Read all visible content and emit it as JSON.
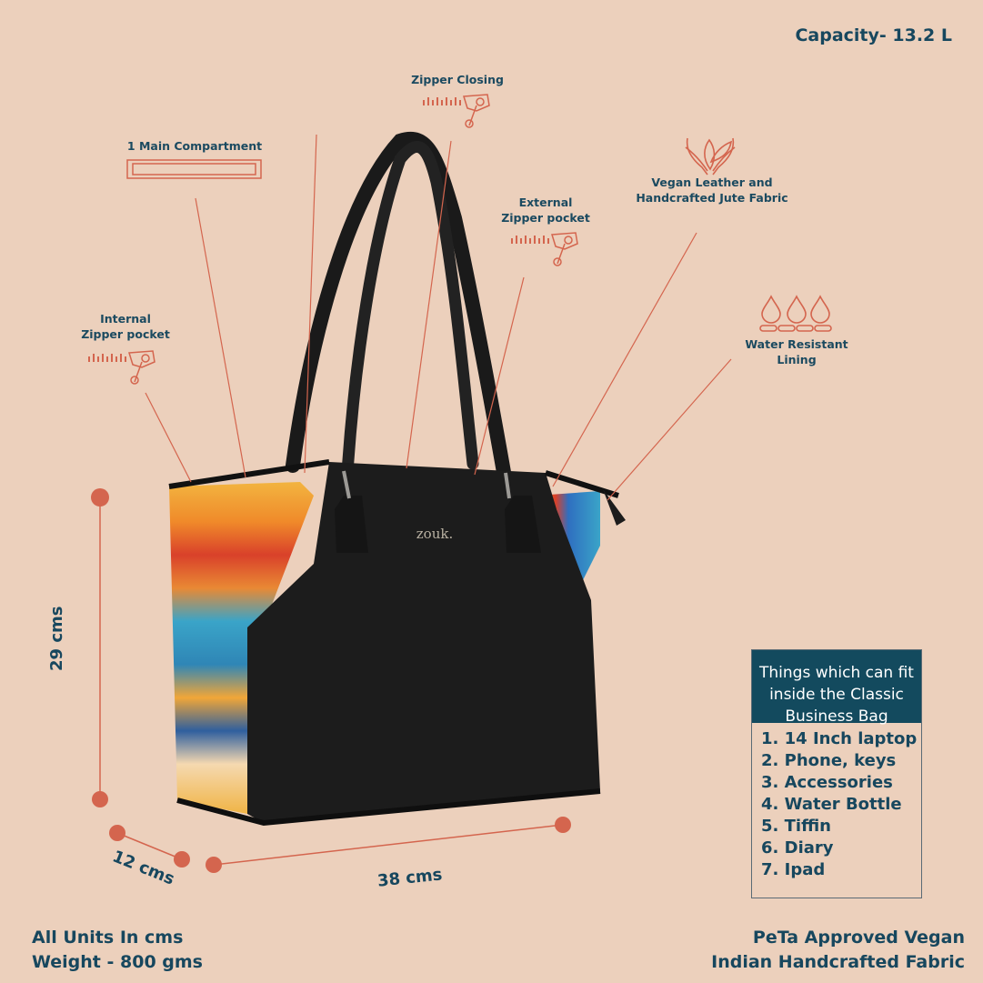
{
  "header": {
    "capacity": "Capacity- 13.2 L"
  },
  "features": [
    {
      "id": "zipper-closing",
      "label": "Zipper Closing",
      "icon": "zipper-icon"
    },
    {
      "id": "main-compartment",
      "label": "1 Main Compartment",
      "icon": "compartment-icon"
    },
    {
      "id": "vegan-leather",
      "label_line1": "Vegan Leather and",
      "label_line2": "Handcrafted Jute Fabric",
      "icon": "hands-leaf-icon"
    },
    {
      "id": "external-zipper",
      "label_line1": "External",
      "label_line2": "Zipper pocket",
      "icon": "zipper-icon"
    },
    {
      "id": "internal-zipper",
      "label_line1": "Internal",
      "label_line2": "Zipper pocket",
      "icon": "zipper-icon"
    },
    {
      "id": "water-resistant",
      "label": "Water Resistant Lining",
      "icon": "water-drops-icon"
    }
  ],
  "product": {
    "brand": "zouk.",
    "name": "Classic Business Bag"
  },
  "dimensions": {
    "height": "29 cms",
    "depth": "12 cms",
    "width": "38 cms"
  },
  "fit_box": {
    "title_line1": "Things which can fit",
    "title_line2": "inside the Classic",
    "title_line3": "Business Bag",
    "items": [
      "1. 14 Inch laptop",
      "2. Phone, keys",
      "3. Accessories",
      "4. Water Bottle",
      "5. Tiffin",
      "6. Diary",
      "7. Ipad"
    ]
  },
  "footer": {
    "left_line1": "All Units In cms",
    "left_line2": "Weight - 800 gms",
    "right_line1": "PeTa Approved Vegan",
    "right_line2": "Indian Handcrafted Fabric"
  },
  "colors": {
    "background": "#ecd0bc",
    "accent": "#d4654e",
    "text": "#17475e",
    "box_header": "#134a5e"
  }
}
